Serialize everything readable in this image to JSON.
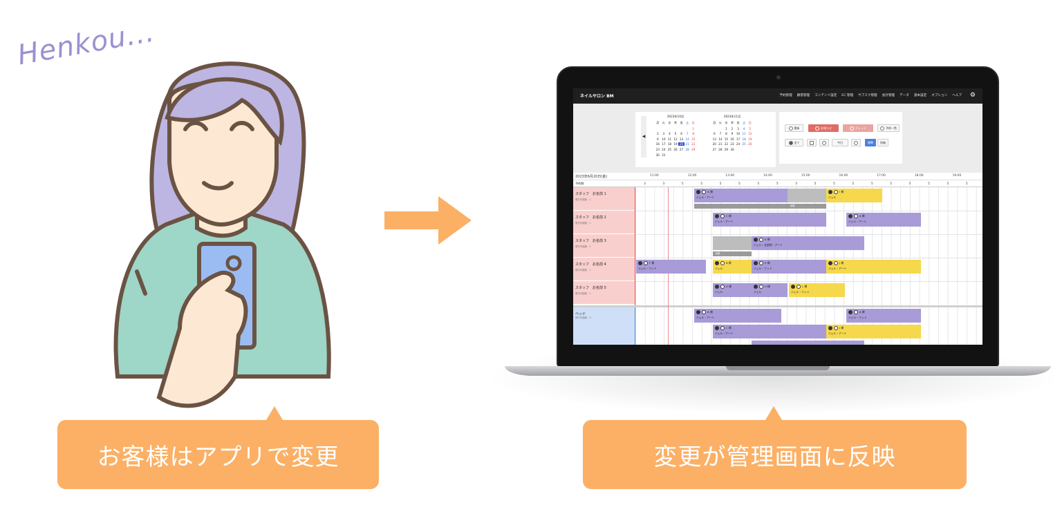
{
  "caption": "Henkou...",
  "left_bubble": "お客様はアプリで変更",
  "right_bubble": "変更が管理画面に反映",
  "app": {
    "brand": "ネイルサロン BM",
    "nav": [
      "予約管理",
      "顧客管理",
      "コンテンツ設定",
      "EC 管理",
      "サブスク管理",
      "会計管理",
      "データ",
      "基本設定",
      "オプション",
      "ヘルプ"
    ]
  },
  "calendar": {
    "prev": "◀",
    "months": [
      {
        "title": "2023年10月",
        "weekdays": [
          "月",
          "火",
          "水",
          "木",
          "金",
          "土",
          "日"
        ],
        "days": [
          "",
          "",
          "",
          "",
          "",
          "",
          "1",
          "2",
          "3",
          "4",
          "5",
          "6",
          "7",
          "8",
          "9",
          "10",
          "11",
          "12",
          "13",
          "14",
          "15",
          "16",
          "17",
          "18",
          "19",
          "20",
          "21",
          "22",
          "23",
          "24",
          "25",
          "26",
          "27",
          "28",
          "29",
          "30",
          "31"
        ]
      },
      {
        "title": "2023年11月",
        "weekdays": [
          "月",
          "火",
          "水",
          "木",
          "金",
          "土",
          "日"
        ],
        "days": [
          "",
          "",
          "1",
          "2",
          "3",
          "4",
          "5",
          "6",
          "7",
          "8",
          "9",
          "10",
          "11",
          "12",
          "13",
          "14",
          "15",
          "16",
          "17",
          "18",
          "19",
          "20",
          "21",
          "22",
          "23",
          "24",
          "25",
          "26",
          "27",
          "28",
          "29",
          "30"
        ]
      }
    ]
  },
  "controls": {
    "refresh": "更新",
    "notice": "お知らせ",
    "chat": "チャット",
    "list": "予約一覧",
    "all": "全て",
    "today": "今日",
    "standard": "標準",
    "short": "短縮"
  },
  "schedule": {
    "date": "2023年6月20日(金)",
    "count_label": "予約数",
    "times": [
      "11:00",
      "12:00",
      "13:00",
      "14:00",
      "15:00",
      "16:00",
      "17:00",
      "18:00",
      "19:00"
    ],
    "counts": [
      "3",
      "3",
      "5",
      "5",
      "5",
      "5",
      "5",
      "5",
      "5",
      "5",
      "5",
      "5",
      "5",
      "5",
      "5",
      "5",
      "5",
      "5"
    ],
    "staff": [
      {
        "name": "スタッフ　お名前 1",
        "sub": "受付可能数：1"
      },
      {
        "name": "スタッフ　お名前 2",
        "sub": "受付可能数：1"
      },
      {
        "name": "スタッフ　お名前 3",
        "sub": "受付可能数：1"
      },
      {
        "name": "スタッフ　お名前 4",
        "sub": "受付可能数：1"
      },
      {
        "name": "スタッフ　お名前 5",
        "sub": "受付可能数：1"
      }
    ],
    "bed": {
      "name": "ベッド",
      "sub": "受付可能数：3"
    },
    "bookings": {
      "d1": {
        "name": "D 様",
        "menu": "ジェル・アート"
      },
      "i1": {
        "name": "I 様",
        "menu": "ジェル"
      },
      "c2": {
        "name": "C 様",
        "menu": "ジェル・アート"
      },
      "a2": {
        "name": "A 様",
        "menu": "ジェル・アート"
      },
      "k3": {
        "name": "K 様",
        "menu": "ジェル・全部他・アート"
      },
      "f4": {
        "name": "F 様",
        "menu": "ジェル・フット"
      },
      "b4": {
        "name": "B 様",
        "menu": "ジェル"
      },
      "e4": {
        "name": "E 様",
        "menu": "ジェル・フット"
      },
      "j4": {
        "name": "J 様",
        "menu": "ジェル・アート"
      },
      "g5": {
        "name": "G 様",
        "menu": "ジェル"
      },
      "h5": {
        "name": "H 様",
        "menu": "ジェル"
      },
      "l5": {
        "name": "L 様",
        "menu": "ジェル・フット"
      },
      "d6": {
        "name": "D 様",
        "menu": "ジェル・アート"
      },
      "a6": {
        "name": "A 様",
        "menu": "ジェル・フット"
      },
      "c6": {
        "name": "C 様",
        "menu": "ジェル・アート"
      },
      "j6": {
        "name": "J 様",
        "menu": "ジェル・アート"
      }
    },
    "break1": "休憩",
    "break3": "休憩"
  }
}
